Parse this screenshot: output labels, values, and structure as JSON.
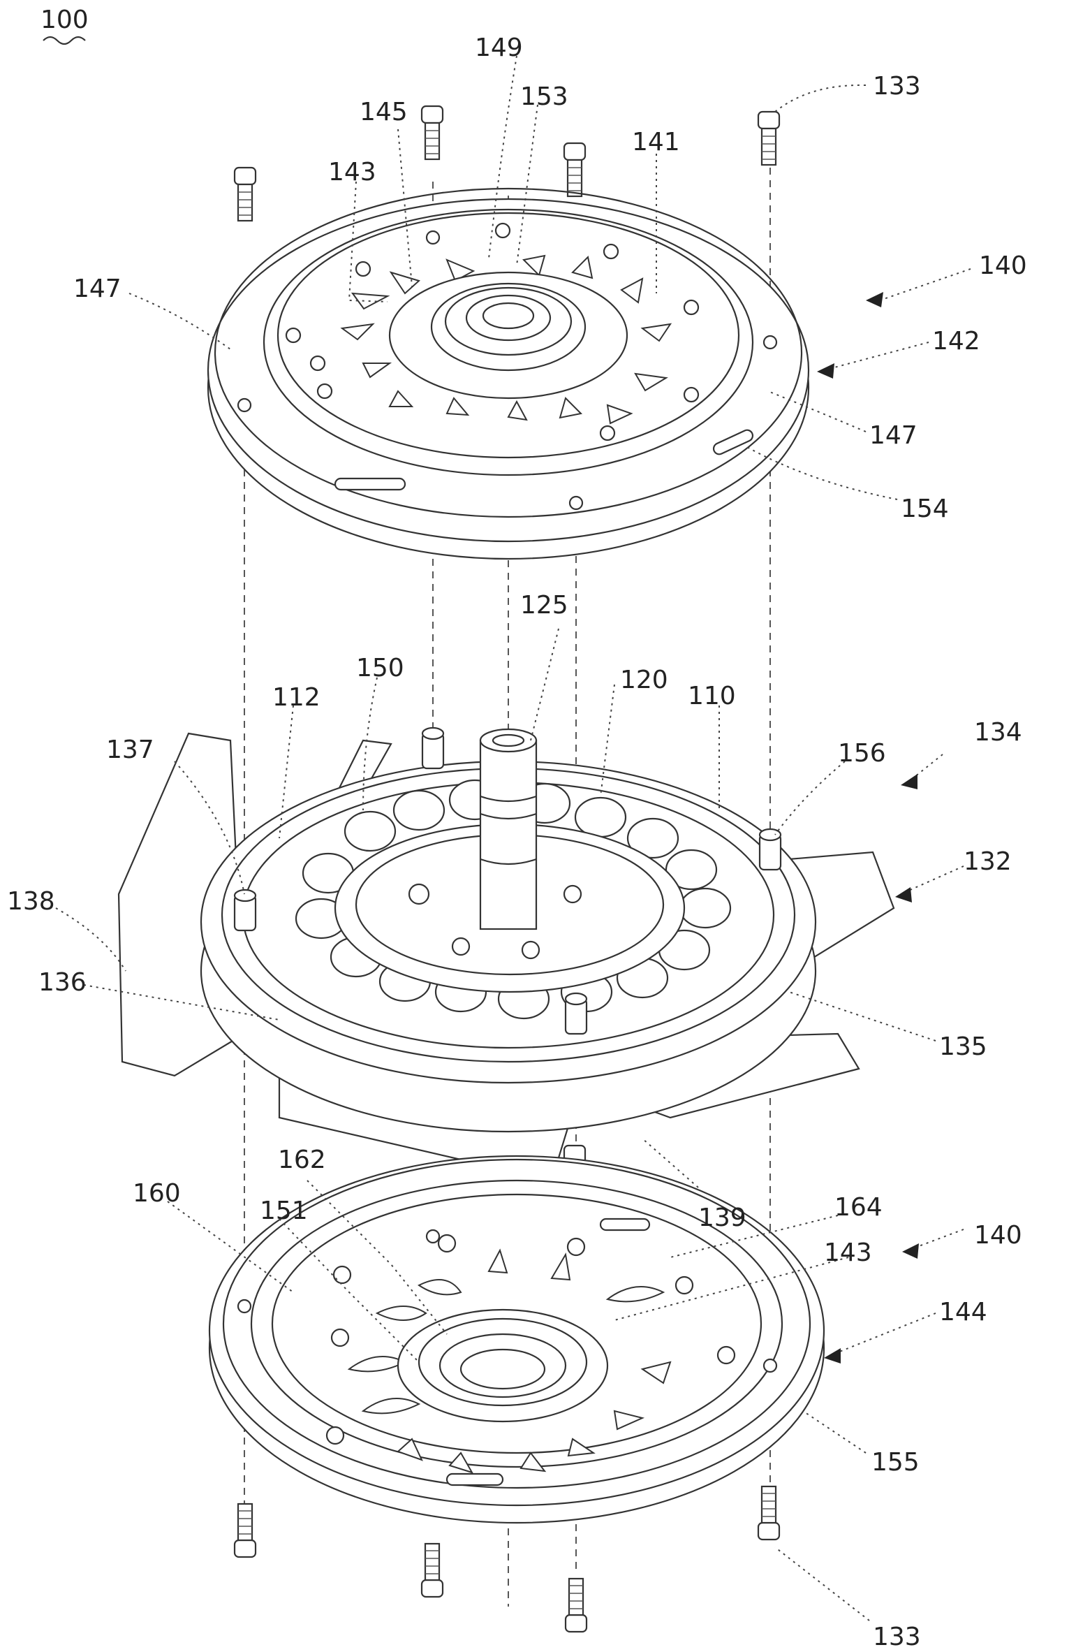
{
  "figure": {
    "ref_main": "100",
    "labels": [
      {
        "id": "l133a",
        "text": "133"
      },
      {
        "id": "l149",
        "text": "149"
      },
      {
        "id": "l153",
        "text": "153"
      },
      {
        "id": "l145",
        "text": "145"
      },
      {
        "id": "l143a",
        "text": "143"
      },
      {
        "id": "l141",
        "text": "141"
      },
      {
        "id": "l140a",
        "text": "140"
      },
      {
        "id": "l147a",
        "text": "147"
      },
      {
        "id": "l142",
        "text": "142"
      },
      {
        "id": "l147b",
        "text": "147"
      },
      {
        "id": "l154",
        "text": "154"
      },
      {
        "id": "l125",
        "text": "125"
      },
      {
        "id": "l150",
        "text": "150"
      },
      {
        "id": "l120",
        "text": "120"
      },
      {
        "id": "l110",
        "text": "110"
      },
      {
        "id": "l112",
        "text": "112"
      },
      {
        "id": "l134",
        "text": "134"
      },
      {
        "id": "l137",
        "text": "137"
      },
      {
        "id": "l156",
        "text": "156"
      },
      {
        "id": "l132",
        "text": "132"
      },
      {
        "id": "l138",
        "text": "138"
      },
      {
        "id": "l136",
        "text": "136"
      },
      {
        "id": "l135",
        "text": "135"
      },
      {
        "id": "l139",
        "text": "139"
      },
      {
        "id": "l162",
        "text": "162"
      },
      {
        "id": "l160",
        "text": "160"
      },
      {
        "id": "l151",
        "text": "151"
      },
      {
        "id": "l164",
        "text": "164"
      },
      {
        "id": "l140b",
        "text": "140"
      },
      {
        "id": "l143b",
        "text": "143"
      },
      {
        "id": "l144",
        "text": "144"
      },
      {
        "id": "l155",
        "text": "155"
      },
      {
        "id": "l133b",
        "text": "133"
      }
    ]
  }
}
